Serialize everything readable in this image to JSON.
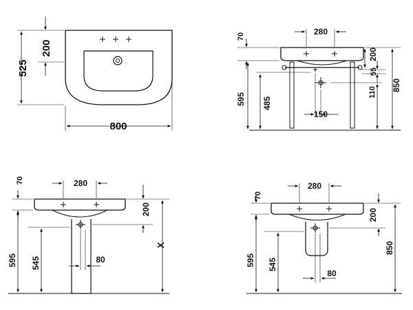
{
  "drawing": {
    "colors": {
      "line": "#111111",
      "background": "#ffffff"
    },
    "top_view": {
      "depth": "525",
      "overflow_depth": "200",
      "width": "800"
    },
    "frame_side_view": {
      "top_thickness": "70",
      "hole_spacing": "280",
      "bowl_height": "200",
      "trap_offset": "55",
      "outlet_height": "110",
      "rim_height": "850",
      "floor_to_underside": "595",
      "floor_to_trap": "485",
      "drain_spacing": "150"
    },
    "pedestal_view_left": {
      "top_thickness": "70",
      "hole_spacing": "280",
      "bowl_height": "200",
      "rim_height": "X",
      "floor_to_underside": "595",
      "floor_to_pedestal": "545",
      "pedestal_offset": "80"
    },
    "pedestal_view_right": {
      "top_thickness": "70",
      "hole_spacing": "280",
      "bowl_height": "200",
      "rim_height": "850",
      "floor_to_underside": "595",
      "floor_to_pedestal": "545",
      "pedestal_offset": "80"
    }
  }
}
